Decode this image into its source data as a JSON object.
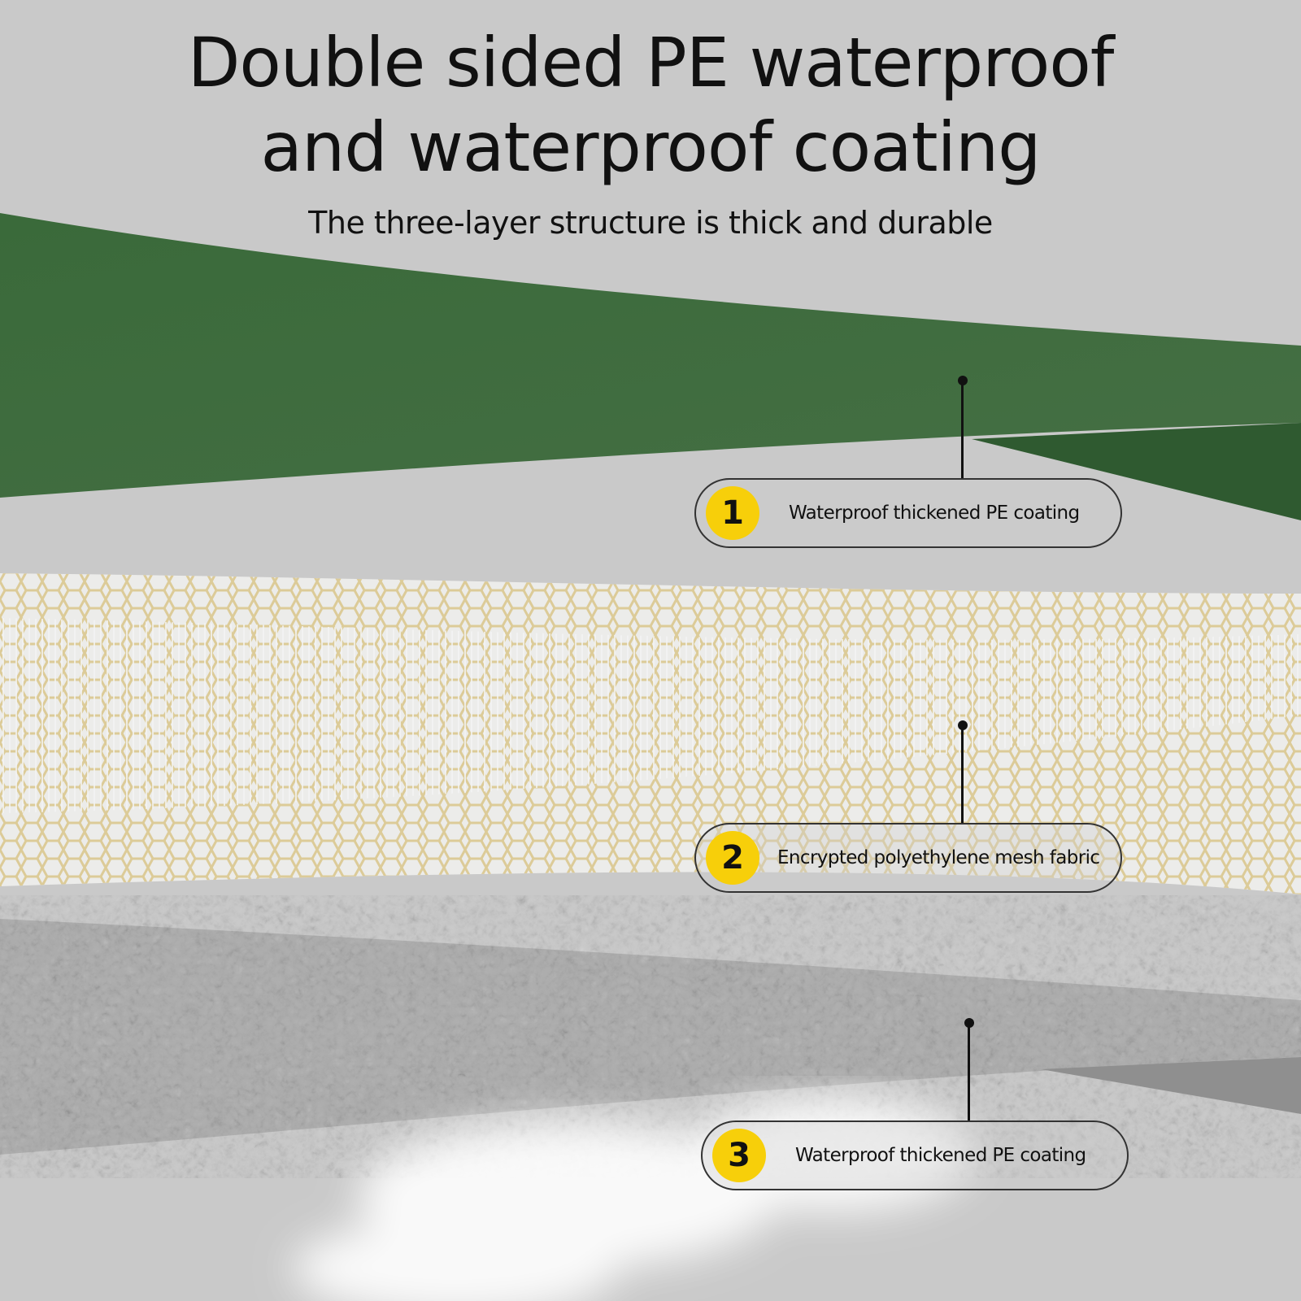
{
  "title_line1": "Double sided PE waterproof",
  "title_line2": "and waterproof coating",
  "subtitle": "The three-layer structure is thick and durable",
  "callouts": [
    {
      "number": "1",
      "label": "Waterproof thickened PE coating"
    },
    {
      "number": "2",
      "label": "Encrypted polyethylene mesh fabric"
    },
    {
      "number": "3",
      "label": "Waterproof thickened PE coating"
    }
  ],
  "colors": {
    "background": "#c9c9c9",
    "green_layer": "#3f6b3d",
    "badge": "#f7cf0a",
    "mesh": "#e0d2a6",
    "gray_layer": "#a9a9a9"
  }
}
